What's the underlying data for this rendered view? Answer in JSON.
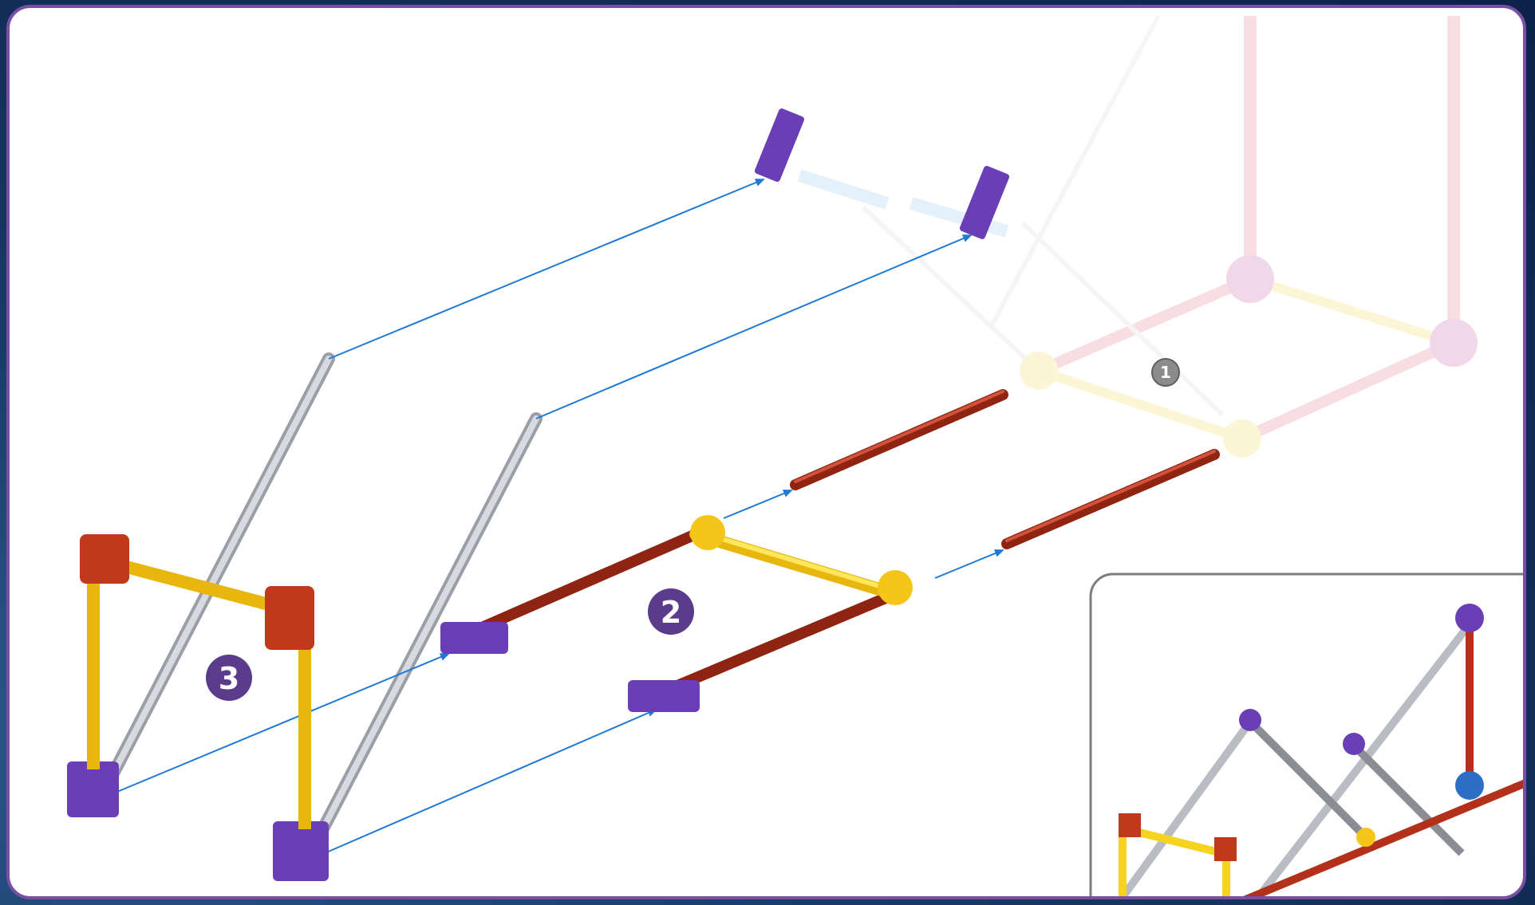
{
  "steps": [
    {
      "number": "1",
      "color": "#8c8c8c"
    },
    {
      "number": "2",
      "color": "#5a3b8c"
    },
    {
      "number": "3",
      "color": "#5a3b8c"
    }
  ],
  "colors": {
    "frame": "#7a4fa3",
    "background_dark": "#0c2248",
    "arrow": "#1e7ad6",
    "rod_gray": "#b9bcc2",
    "rod_red": "#b3301a",
    "rod_yellow": "#f5d320",
    "connector_purple": "#6a3fb5",
    "connector_red": "#c0391b",
    "connector_yellow": "#f3c619",
    "ghost_pink": "#f4c4cc",
    "ghost_blue": "#cfe6f7"
  },
  "icons": [
    "step-number-badge",
    "direction-arrow",
    "connector",
    "rod"
  ]
}
